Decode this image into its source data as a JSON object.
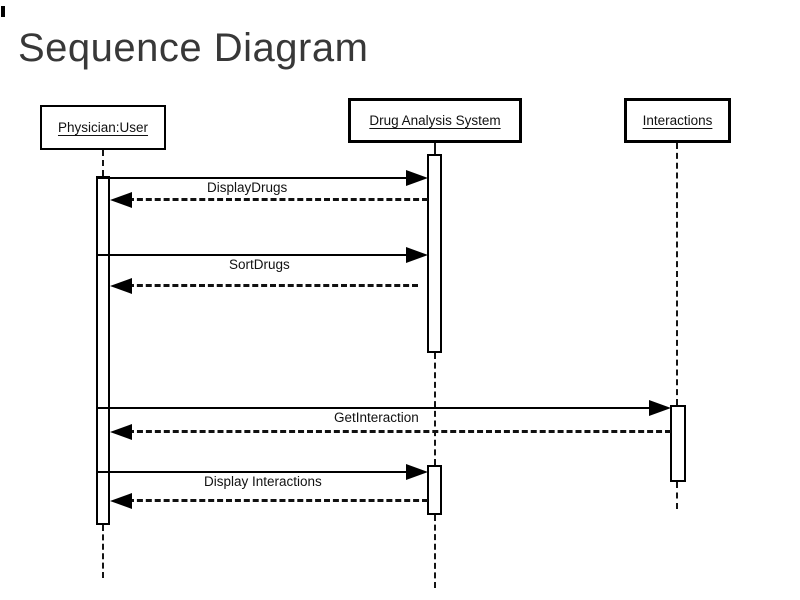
{
  "title": "Sequence Diagram",
  "diagram": {
    "type": "uml-sequence",
    "colors": {
      "ink": "#000000",
      "title": "#383838",
      "background": "#ffffff"
    }
  },
  "actors": [
    {
      "name": "Physician:User"
    },
    {
      "name": "Drug Analysis System"
    },
    {
      "name": "Interactions"
    }
  ],
  "messages": [
    {
      "label": "DisplayDrugs",
      "type": "call",
      "from": "Physician:User",
      "to": "Drug Analysis System"
    },
    {
      "label": "",
      "type": "return",
      "from": "Drug Analysis System",
      "to": "Physician:User"
    },
    {
      "label": "SortDrugs",
      "type": "call",
      "from": "Physician:User",
      "to": "Drug Analysis System"
    },
    {
      "label": "",
      "type": "return",
      "from": "Drug Analysis System",
      "to": "Physician:User"
    },
    {
      "label": "GetInteraction",
      "type": "call",
      "from": "Physician:User",
      "to": "Interactions"
    },
    {
      "label": "",
      "type": "return",
      "from": "Interactions",
      "to": "Physician:User"
    },
    {
      "label": "Display Interactions",
      "type": "call",
      "from": "Physician:User",
      "to": "Drug Analysis System"
    },
    {
      "label": "",
      "type": "return",
      "from": "Drug Analysis System",
      "to": "Physician:User"
    }
  ]
}
